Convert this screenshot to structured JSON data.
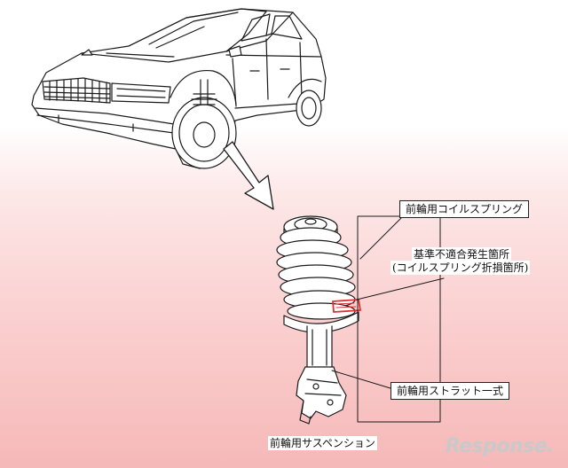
{
  "labels": {
    "front_coil_spring": "前輪用コイルスプリング",
    "nonconformity_line1": "基準不適合発生箇所",
    "nonconformity_line2": "(コイルスプリング折損箇所)",
    "front_strut_assembly": "前輪用ストラット一式",
    "front_suspension": "前輪用サスペンション"
  },
  "watermark": {
    "text": "Response."
  },
  "colors": {
    "line": "#1a1a1a",
    "highlight": "#e03030",
    "bg_top": "#ffffff",
    "bg_bottom": "#f6b8b8"
  },
  "icons": {
    "pointer_arrow": "hollow-down-right-arrow"
  }
}
